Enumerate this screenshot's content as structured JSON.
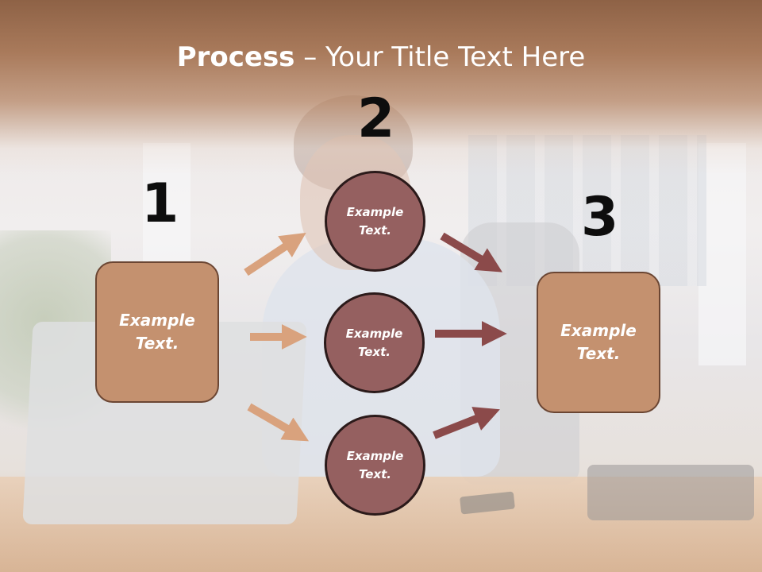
{
  "title": {
    "bold": "Process",
    "rest": " – Your Title Text Here"
  },
  "steps": [
    {
      "number": "1"
    },
    {
      "number": "2"
    },
    {
      "number": "3"
    }
  ],
  "left_box": {
    "text": "Example\nText."
  },
  "right_box": {
    "text": "Example\nText."
  },
  "circles": [
    {
      "text": "Example\nText."
    },
    {
      "text": "Example\nText."
    },
    {
      "text": "Example\nText."
    }
  ],
  "colors": {
    "header": "#a97a5b",
    "box_fill": "#c4916f",
    "circle_fill": "#956060",
    "arrow_in": "#d9a27d",
    "arrow_out": "#8b4a4a"
  }
}
